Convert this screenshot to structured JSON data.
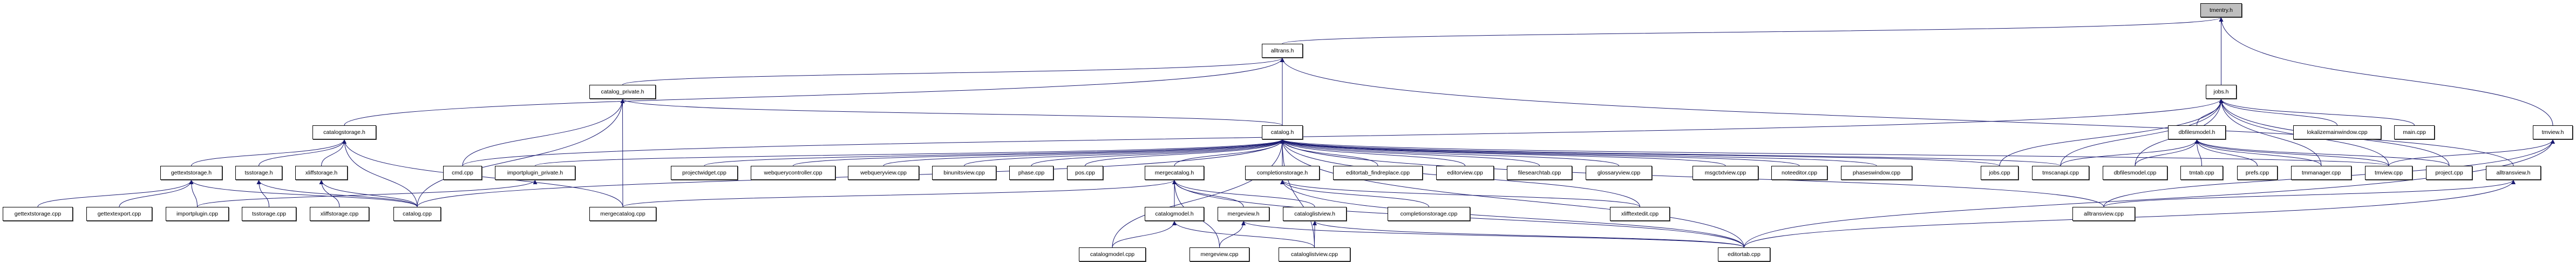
{
  "root": "tmentry.h",
  "colors": {
    "edge": "#191970",
    "root_fill": "#bfbfbf",
    "node_fill": "#ffffff"
  },
  "nodes": [
    "tmentry.h",
    "alltrans.h",
    "catalog_private.h",
    "jobs.h",
    "catalogstorage.h",
    "catalog.h",
    "dbfilesmodel.h",
    "lokalizemainwindow.cpp",
    "main.cpp",
    "tmview.h",
    "gettextstorage.h",
    "tsstorage.h",
    "xliffstorage.h",
    "cmd.cpp",
    "importplugin_private.h",
    "projectwidget.cpp",
    "webquerycontroller.cpp",
    "webqueryview.cpp",
    "binunitsview.cpp",
    "phase.cpp",
    "pos.cpp",
    "mergecatalog.h",
    "completionstorage.h",
    "editortab_findreplace.cpp",
    "editorview.cpp",
    "filesearchtab.cpp",
    "glossaryview.cpp",
    "msgctxtview.cpp",
    "noteeditor.cpp",
    "phaseswindow.cpp",
    "jobs.cpp",
    "tmscanapi.cpp",
    "dbfilesmodel.cpp",
    "tmtab.cpp",
    "prefs.cpp",
    "tmmanager.cpp",
    "tmview.cpp",
    "project.cpp",
    "alltransview.h",
    "gettextstorage.cpp",
    "gettextexport.cpp",
    "importplugin.cpp",
    "tsstorage.cpp",
    "xliffstorage.cpp",
    "catalog.cpp",
    "mergecatalog.cpp",
    "catalogmodel.h",
    "mergeview.h",
    "cataloglistview.h",
    "completionstorage.cpp",
    "xlifftextedit.cpp",
    "alltransview.cpp",
    "catalogmodel.cpp",
    "mergeview.cpp",
    "cataloglistview.cpp",
    "editortab.cpp"
  ],
  "edges": [
    [
      "alltrans.h",
      "tmentry.h"
    ],
    [
      "jobs.h",
      "tmentry.h"
    ],
    [
      "tmview.h",
      "tmentry.h"
    ],
    [
      "catalogstorage.h",
      "alltrans.h"
    ],
    [
      "catalog_private.h",
      "alltrans.h"
    ],
    [
      "catalog.h",
      "alltrans.h"
    ],
    [
      "alltransview.h",
      "alltrans.h"
    ],
    [
      "catalog.h",
      "catalog_private.h"
    ],
    [
      "cmd.cpp",
      "catalog_private.h"
    ],
    [
      "catalog.cpp",
      "catalog_private.h"
    ],
    [
      "mergecatalog.cpp",
      "catalog_private.h"
    ],
    [
      "cmd.cpp",
      "jobs.h"
    ],
    [
      "jobs.cpp",
      "jobs.h"
    ],
    [
      "tmscanapi.cpp",
      "jobs.h"
    ],
    [
      "dbfilesmodel.cpp",
      "jobs.h"
    ],
    [
      "dbfilesmodel.h",
      "jobs.h"
    ],
    [
      "tmmanager.cpp",
      "jobs.h"
    ],
    [
      "tmview.cpp",
      "jobs.h"
    ],
    [
      "lokalizemainwindow.cpp",
      "jobs.h"
    ],
    [
      "main.cpp",
      "jobs.h"
    ],
    [
      "project.cpp",
      "jobs.h"
    ],
    [
      "tmscanapi.cpp",
      "dbfilesmodel.h"
    ],
    [
      "dbfilesmodel.cpp",
      "dbfilesmodel.h"
    ],
    [
      "tmtab.cpp",
      "dbfilesmodel.h"
    ],
    [
      "prefs.cpp",
      "dbfilesmodel.h"
    ],
    [
      "tmmanager.cpp",
      "dbfilesmodel.h"
    ],
    [
      "tmview.cpp",
      "dbfilesmodel.h"
    ],
    [
      "project.cpp",
      "dbfilesmodel.h"
    ],
    [
      "tmview.cpp",
      "tmview.h"
    ],
    [
      "alltransview.cpp",
      "tmview.h"
    ],
    [
      "editortab.cpp",
      "tmview.h"
    ],
    [
      "alltransview.cpp",
      "alltransview.h"
    ],
    [
      "editortab.cpp",
      "alltransview.h"
    ],
    [
      "importplugin_private.h",
      "catalog.h"
    ],
    [
      "projectwidget.cpp",
      "catalog.h"
    ],
    [
      "webquerycontroller.cpp",
      "catalog.h"
    ],
    [
      "webqueryview.cpp",
      "catalog.h"
    ],
    [
      "binunitsview.cpp",
      "catalog.h"
    ],
    [
      "phase.cpp",
      "catalog.h"
    ],
    [
      "pos.cpp",
      "catalog.h"
    ],
    [
      "mergecatalog.h",
      "catalog.h"
    ],
    [
      "completionstorage.h",
      "catalog.h"
    ],
    [
      "editortab_findreplace.cpp",
      "catalog.h"
    ],
    [
      "editorview.cpp",
      "catalog.h"
    ],
    [
      "filesearchtab.cpp",
      "catalog.h"
    ],
    [
      "glossaryview.cpp",
      "catalog.h"
    ],
    [
      "msgctxtview.cpp",
      "catalog.h"
    ],
    [
      "noteeditor.cpp",
      "catalog.h"
    ],
    [
      "phaseswindow.cpp",
      "catalog.h"
    ],
    [
      "jobs.cpp",
      "catalog.h"
    ],
    [
      "tmscanapi.cpp",
      "catalog.h"
    ],
    [
      "tmview.cpp",
      "catalog.h"
    ],
    [
      "catalog.cpp",
      "catalog.h"
    ],
    [
      "catalogmodel.cpp",
      "catalog.h"
    ],
    [
      "cataloglistview.cpp",
      "catalog.h"
    ],
    [
      "xlifftextedit.cpp",
      "catalog.h"
    ],
    [
      "alltransview.cpp",
      "catalog.h"
    ],
    [
      "editortab.cpp",
      "catalog.h"
    ],
    [
      "gettextstorage.h",
      "catalogstorage.h"
    ],
    [
      "tsstorage.h",
      "catalogstorage.h"
    ],
    [
      "xliffstorage.h",
      "catalogstorage.h"
    ],
    [
      "catalog.cpp",
      "catalogstorage.h"
    ],
    [
      "mergecatalog.cpp",
      "catalogstorage.h"
    ],
    [
      "gettextstorage.cpp",
      "gettextstorage.h"
    ],
    [
      "gettextexport.cpp",
      "gettextstorage.h"
    ],
    [
      "importplugin.cpp",
      "gettextstorage.h"
    ],
    [
      "catalog.cpp",
      "gettextstorage.h"
    ],
    [
      "tsstorage.cpp",
      "tsstorage.h"
    ],
    [
      "catalog.cpp",
      "tsstorage.h"
    ],
    [
      "xliffstorage.cpp",
      "xliffstorage.h"
    ],
    [
      "catalog.cpp",
      "xliffstorage.h"
    ],
    [
      "importplugin.cpp",
      "importplugin_private.h"
    ],
    [
      "mergecatalog.cpp",
      "mergecatalog.h"
    ],
    [
      "catalogmodel.h",
      "mergecatalog.h"
    ],
    [
      "mergeview.h",
      "mergecatalog.h"
    ],
    [
      "cataloglistview.h",
      "mergecatalog.h"
    ],
    [
      "mergeview.cpp",
      "mergecatalog.h"
    ],
    [
      "editortab.cpp",
      "mergecatalog.h"
    ],
    [
      "catalogmodel.cpp",
      "catalogmodel.h"
    ],
    [
      "cataloglistview.cpp",
      "catalogmodel.h"
    ],
    [
      "mergeview.cpp",
      "mergeview.h"
    ],
    [
      "editortab.cpp",
      "mergeview.h"
    ],
    [
      "cataloglistview.cpp",
      "cataloglistview.h"
    ],
    [
      "editortab.cpp",
      "cataloglistview.h"
    ],
    [
      "completionstorage.cpp",
      "completionstorage.h"
    ],
    [
      "editortab.cpp",
      "completionstorage.h"
    ],
    [
      "xlifftextedit.cpp",
      "completionstorage.h"
    ]
  ]
}
